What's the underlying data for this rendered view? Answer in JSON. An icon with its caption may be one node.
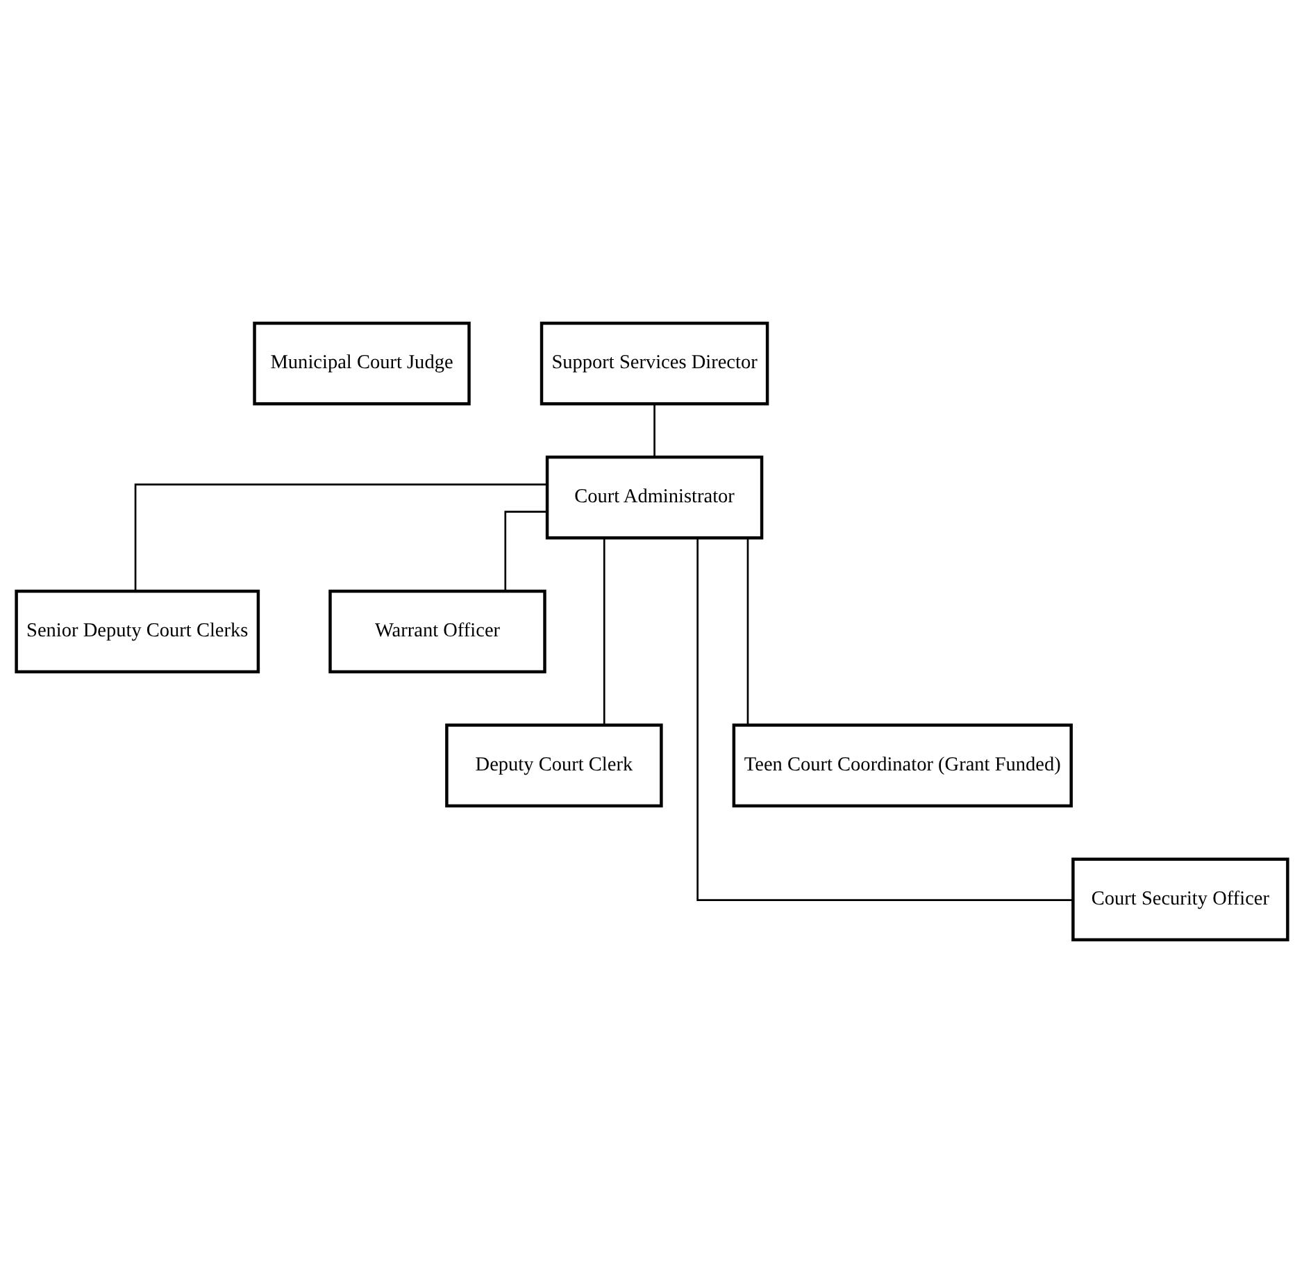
{
  "diagram": {
    "nodes": [
      {
        "text": [
          "Municipal Court Judge"
        ]
      },
      {
        "text": [
          "Support Services Director"
        ]
      },
      {
        "text": [
          "Court Administrator"
        ]
      },
      {
        "text": [
          "Senior Deputy Court Clerks"
        ]
      },
      {
        "text": [
          "Warrant Officer"
        ]
      },
      {
        "text": [
          "Deputy Court Clerk"
        ]
      },
      {
        "text": [
          "Teen Court Coordinator (Grant Funded)"
        ]
      },
      {
        "text": [
          "Court Security Officer"
        ]
      }
    ],
    "edges": [
      {
        "from": 1,
        "to": 2,
        "arrow": "none"
      },
      {
        "from": 2,
        "to": 4,
        "arrow": "none"
      },
      {
        "from": 2,
        "to": 3,
        "arrow": "none"
      },
      {
        "from": 2,
        "to": 5,
        "arrow": "none"
      },
      {
        "from": 2,
        "to": 6,
        "arrow": "none"
      },
      {
        "from": 2,
        "to": 7,
        "arrow": "none"
      }
    ]
  }
}
